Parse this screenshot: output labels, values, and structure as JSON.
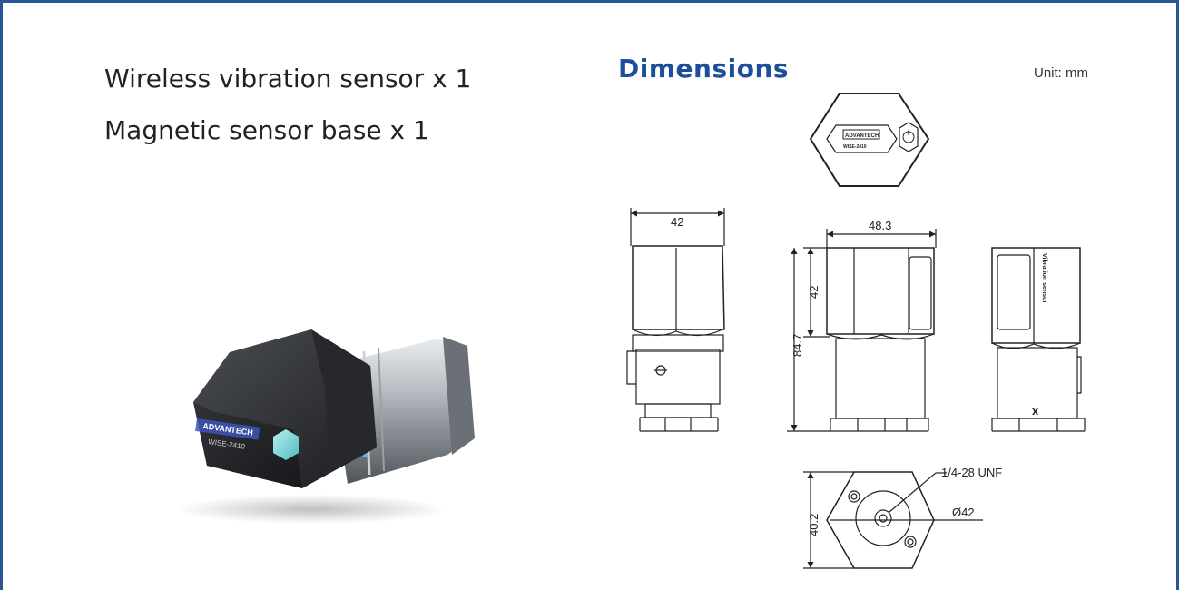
{
  "contents": {
    "items": [
      "Wireless vibration sensor x 1",
      "Magnetic sensor base x 1"
    ]
  },
  "dimensions": {
    "title": "Dimensions",
    "unit": "Unit: mm",
    "top_view": {
      "brand": "ADVANTECH",
      "model": "WISE-2410"
    },
    "side_view_label": "Vibration sensor",
    "labels": {
      "width_left": "42",
      "width_front": "48.3",
      "height_upper": "42",
      "height_total": "84.7",
      "bottom_height": "40.2",
      "thread": "1/4-28 UNF",
      "diameter": "Ø42",
      "axis": "x"
    }
  },
  "photo": {
    "brand": "ADVANTECH",
    "model": "WISE-2410"
  },
  "colors": {
    "frame": "#2b5597",
    "title": "#1b4e9b",
    "accent_light": "#7fd8d8"
  }
}
